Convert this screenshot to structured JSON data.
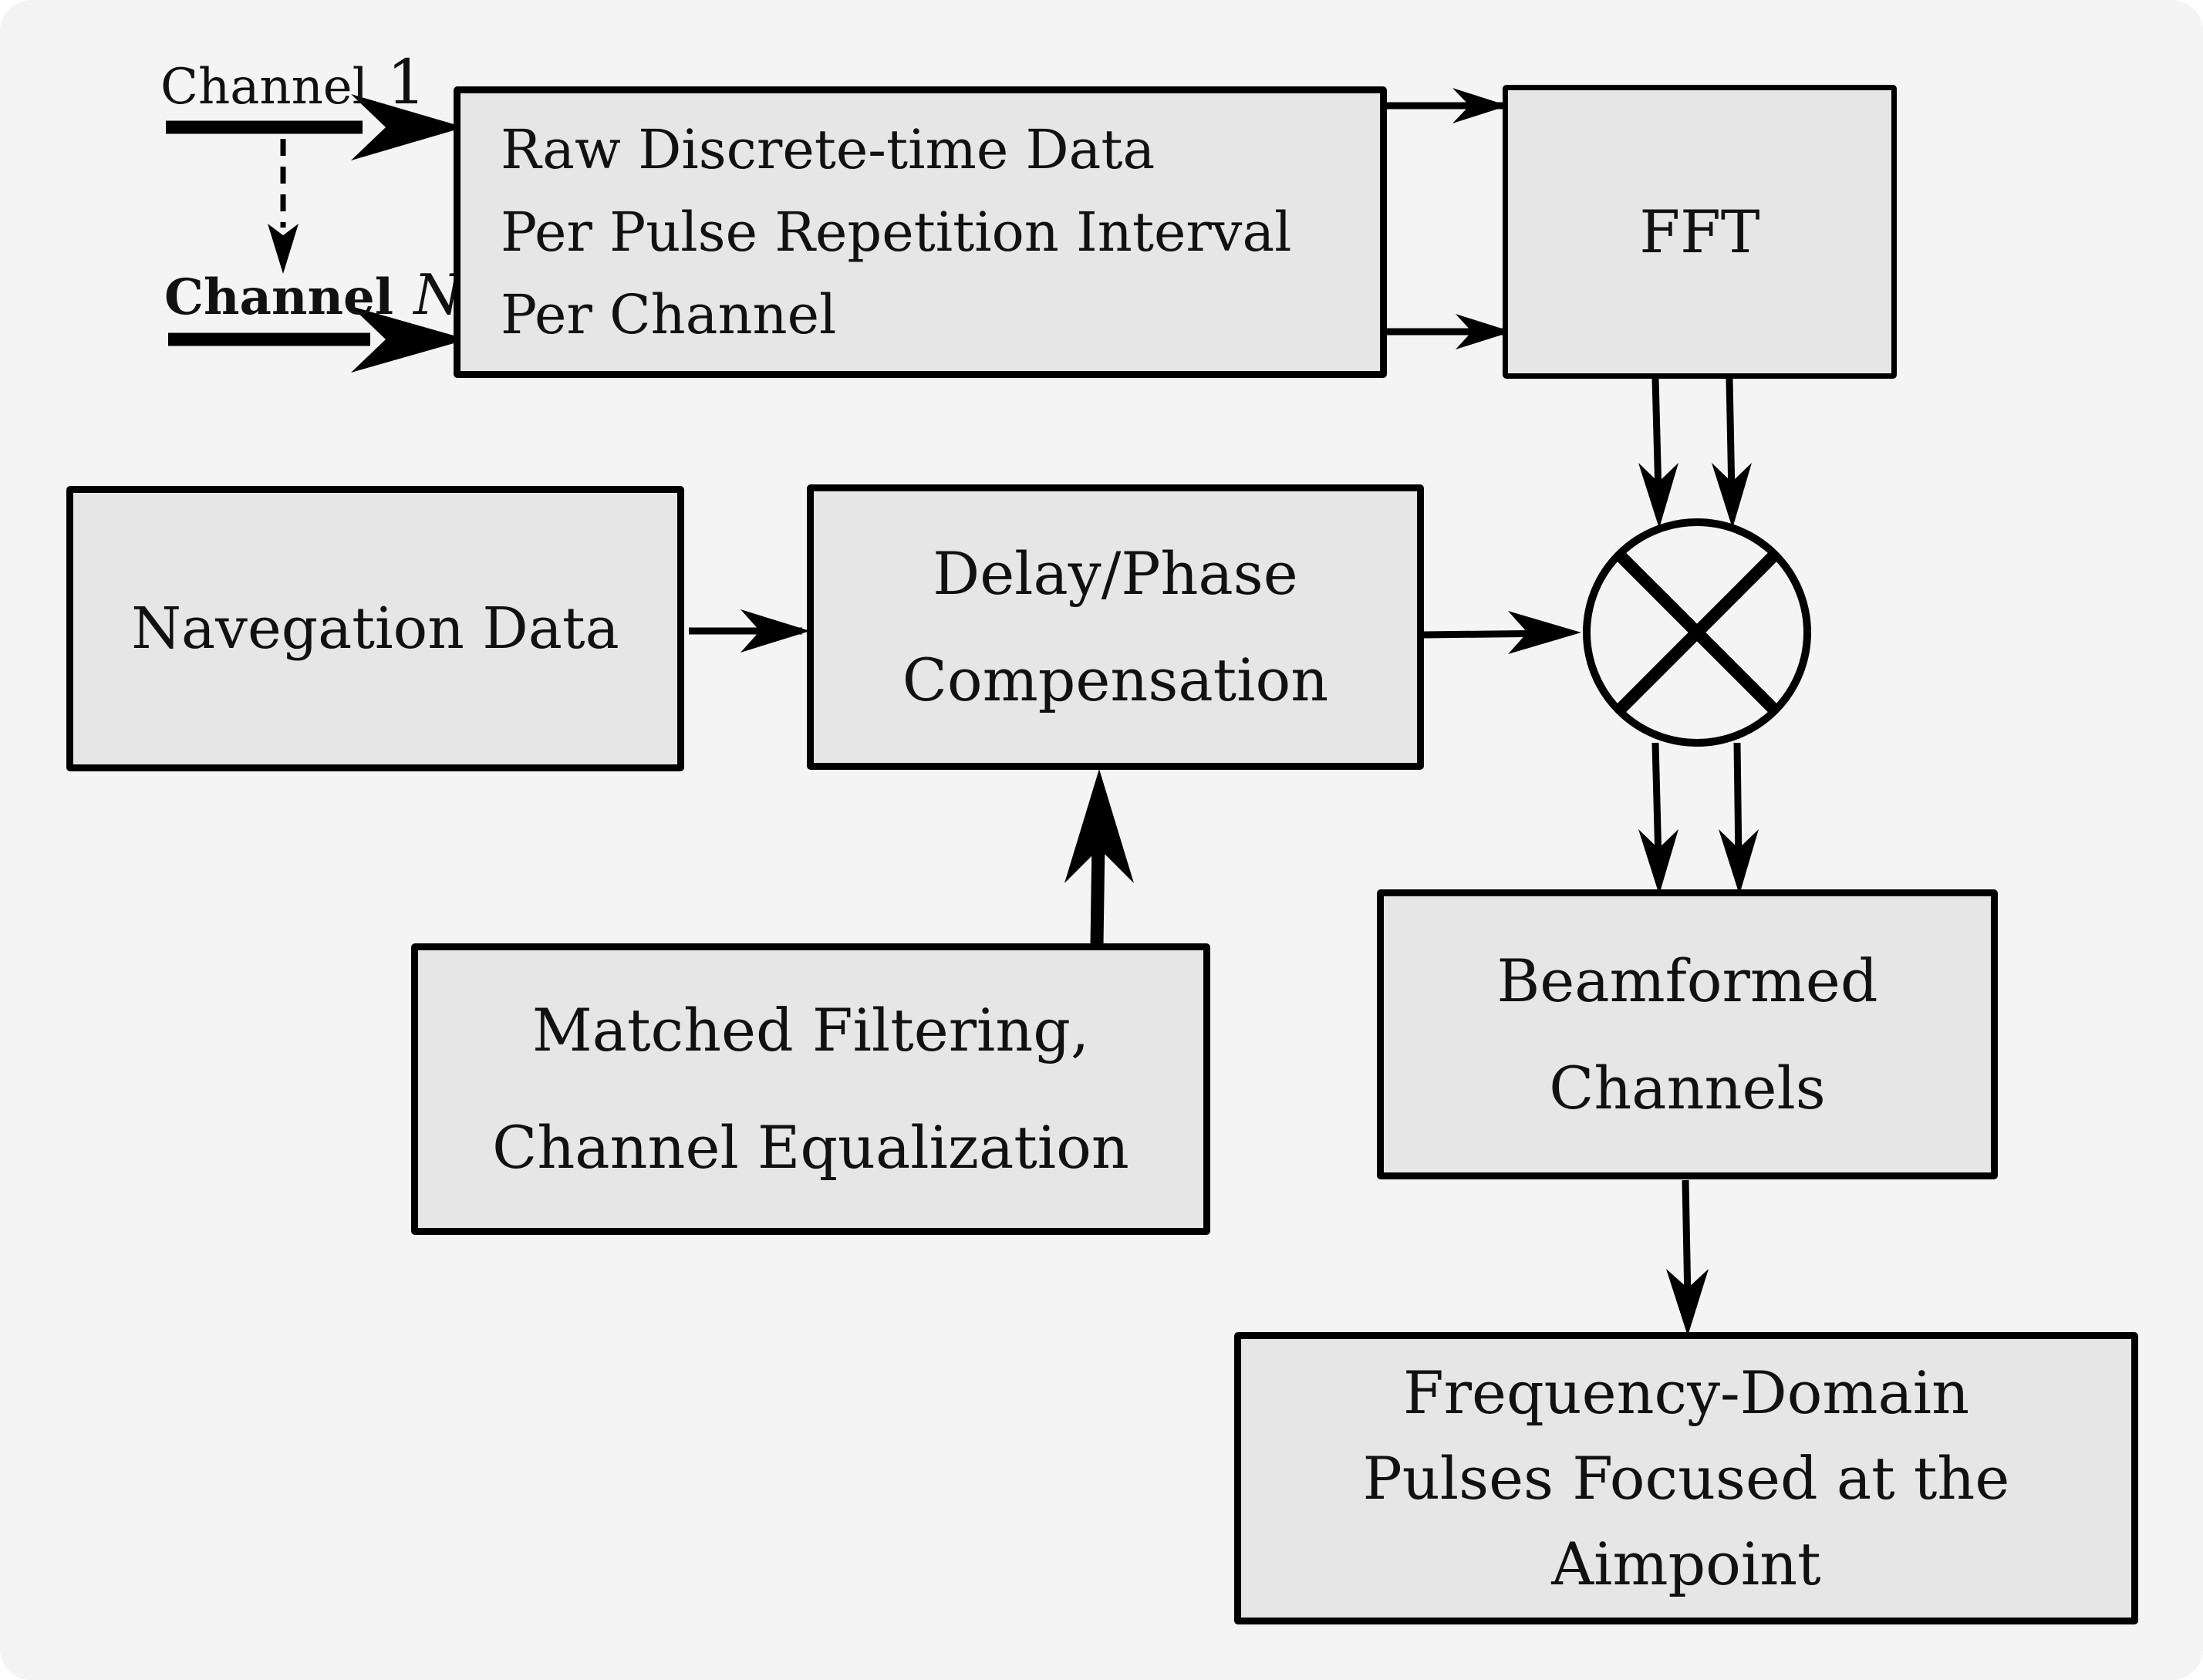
{
  "colors": {
    "background": "#f4f4f4",
    "block_fill": "#e6e6e6",
    "stroke": "#000000"
  },
  "inputs": {
    "channel_first": {
      "prefix": "Channel",
      "index": "1"
    },
    "channel_last": {
      "prefix": "Channel",
      "index": "N"
    }
  },
  "blocks": {
    "raw_data": {
      "lines": [
        "Raw Discrete-time Data",
        "Per Pulse Repetition Interval",
        "Per Channel"
      ]
    },
    "fft": {
      "lines": [
        "FFT"
      ]
    },
    "navigation": {
      "lines": [
        "Navegation Data"
      ]
    },
    "delay_phase": {
      "lines": [
        "Delay/Phase",
        "Compensation"
      ]
    },
    "matched_filter": {
      "lines": [
        "Matched Filtering,",
        "Channel Equalization"
      ]
    },
    "beamformed": {
      "lines": [
        "Beamformed",
        "Channels"
      ]
    },
    "output": {
      "lines": [
        "Frequency-Domain",
        "Pulses Focused at the",
        "Aimpoint"
      ]
    }
  },
  "multiplier_icon": "circle-times-icon"
}
